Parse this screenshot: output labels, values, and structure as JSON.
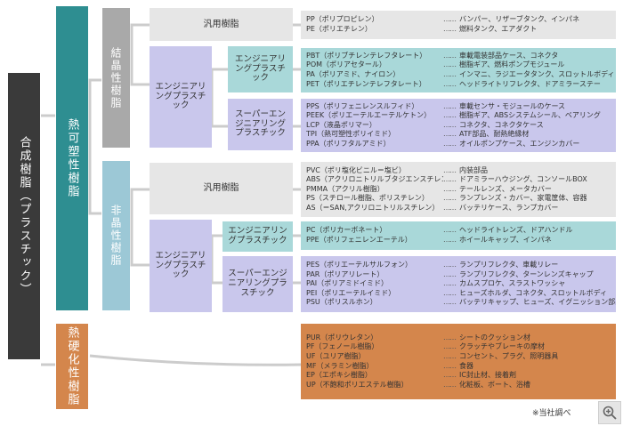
{
  "root_label": "合成樹脂（プラスチック）",
  "thermoplastic": "熱可塑性樹脂",
  "crystalline": "結晶性樹脂",
  "amorphous": "非晶性樹脂",
  "thermoset": "熱硬化性樹脂",
  "labels": {
    "general1": "汎用樹脂",
    "eng_plastic1": "エンジニアリングプラスチック",
    "eng_plastic1_sub": "エンジニアリングプラスチック",
    "super_eng1": "スーパーエンジニアリングプラスチック",
    "general2": "汎用樹脂",
    "eng_plastic2": "エンジニアリングプラスチック",
    "eng_plastic2_sub": "エンジニアリングプラスチック",
    "super_eng2": "スーパーエンジニアリングプラスチック"
  },
  "dots": "……",
  "groups": [
    {
      "id": "g1",
      "rows": [
        {
          "m": "PP（ポリプロピレン）",
          "u": "バンパー、リザーブタンク、インパネ"
        },
        {
          "m": "PE（ポリエチレン）",
          "u": "燃料タンク、エアダクト"
        }
      ]
    },
    {
      "id": "g2",
      "rows": [
        {
          "m": "PBT（ポリブチレンテレフタレート）",
          "u": "車載電装部品ケース、コネクタ"
        },
        {
          "m": "POM（ポリアセタール）",
          "u": "樹脂ギア、燃料ポンプモジュール"
        },
        {
          "m": "PA（ポリアミド、ナイロン）",
          "u": "インマニ、ラジエータタンク、スロットルボディ"
        },
        {
          "m": "PET（ポリエチレンテレフタレート）",
          "u": "ヘッドライトリフレクタ、ドアミラーステー"
        }
      ]
    },
    {
      "id": "g3",
      "rows": [
        {
          "m": "PPS（ポリフェニレンスルフィド）",
          "u": "車載センサ・モジュールのケース"
        },
        {
          "m": "PEEK（ポリエーテルエーテルケトン）",
          "u": "樹脂ギア、ABSシステムシール、ベアリング"
        },
        {
          "m": "LCP（液晶ポリマー）",
          "u": "コネクタ、コネクタケース"
        },
        {
          "m": "TPI（熱可塑性ポリイミド）",
          "u": "ATF部品、耐熱絶縁材"
        },
        {
          "m": "PPA（ポリフタルアミド）",
          "u": "オイルポンプケース、エンジンカバー"
        }
      ]
    },
    {
      "id": "g4",
      "rows": [
        {
          "m": "PVC（ポリ塩化ビニル＝塩ビ）",
          "u": "内装部品"
        },
        {
          "m": "ABS（アクリロニトリルブタジエンスチレン）",
          "u": "ドアミラーハウジング、コンソールBOX"
        },
        {
          "m": "PMMA（アクリル樹脂）",
          "u": "テールレンズ、メータカバー"
        },
        {
          "m": "PS（スチロール樹脂、ポリスチレン）",
          "u": "ランプレンズ・カバー、家電筐体、容器"
        },
        {
          "m": "AS（＝SAN,アクリロニトリルスチレン）",
          "u": "バッテリケース、ランプカバー"
        }
      ]
    },
    {
      "id": "g5",
      "rows": [
        {
          "m": "PC（ポリカーボネート）",
          "u": "ヘッドライトレンズ、ドアハンドル"
        },
        {
          "m": "PPE（ポリフェニレンエーテル）",
          "u": "ホイールキャップ、インパネ"
        }
      ]
    },
    {
      "id": "g6",
      "rows": [
        {
          "m": "PES（ポリエーテルサルフォン）",
          "u": "ランプリフレクタ、車載リレー"
        },
        {
          "m": "PAR（ポリアリレート）",
          "u": "ランプリフレクタ、ターンレンズキャップ"
        },
        {
          "m": "PAI（ポリアミドイミド）",
          "u": "カムスプロケ、スラストワッシャ"
        },
        {
          "m": "PEI（ポリエーテルイミド）",
          "u": "ヒューズホルダ、コネクタ、スロットルボディ"
        },
        {
          "m": "PSU（ポリスルホン）",
          "u": "バッテリキャップ、ヒューズ、イグニッション部品"
        }
      ]
    },
    {
      "id": "g7",
      "rows": [
        {
          "m": "PUR（ポリウレタン）",
          "u": "シートのクッション材"
        },
        {
          "m": "PF（フェノール樹脂）",
          "u": "クラッチやブレーキの摩材"
        },
        {
          "m": "UF（ユリア樹脂）",
          "u": "コンセント、プラグ、照明器具"
        },
        {
          "m": "MF（メラミン樹脂）",
          "u": "食器"
        },
        {
          "m": "EP（エポキシ樹脂）",
          "u": "IC封止材、接着剤"
        },
        {
          "m": "UP（不飽和ポリエステル樹脂）",
          "u": "化粧板、ボート、浴槽"
        }
      ]
    }
  ],
  "source_note": "※当社調べ",
  "colors": {
    "root": "#3a3a3a",
    "thermoplastic": "#2e8e91",
    "crystalline": "#a9a9a9",
    "amorphous": "#9cc8d6",
    "general": "#e6e6e6",
    "engineering": "#c9c7ec",
    "eng_plastic_sub": "#a9d8d9",
    "thermoset": "#d4864c",
    "thermoset_box": "#d4864c",
    "connector": "#cccccc"
  },
  "icons": {
    "zoom": "zoom-in-icon"
  }
}
